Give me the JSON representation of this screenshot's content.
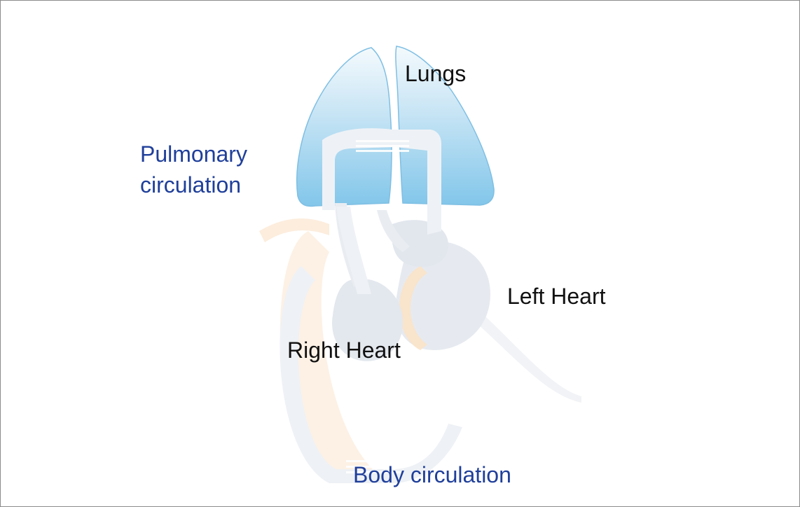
{
  "labels": {
    "lungs": "Lungs",
    "left_heart": "Left Heart",
    "right_heart": "Right Heart",
    "pulmonary_line1": "Pulmonary",
    "pulmonary_line2": "circulation",
    "body_circulation": "Body circulation"
  },
  "colors": {
    "lung_top": "#f2f9fd",
    "lung_bottom": "#86c9ec",
    "vessel_gray": "#edf1f5",
    "vessel_orange": "#fbe7cf",
    "heart_gray": "#e7ebf0",
    "label_blue": "#1f3f9a",
    "label_dark": "#111111"
  }
}
